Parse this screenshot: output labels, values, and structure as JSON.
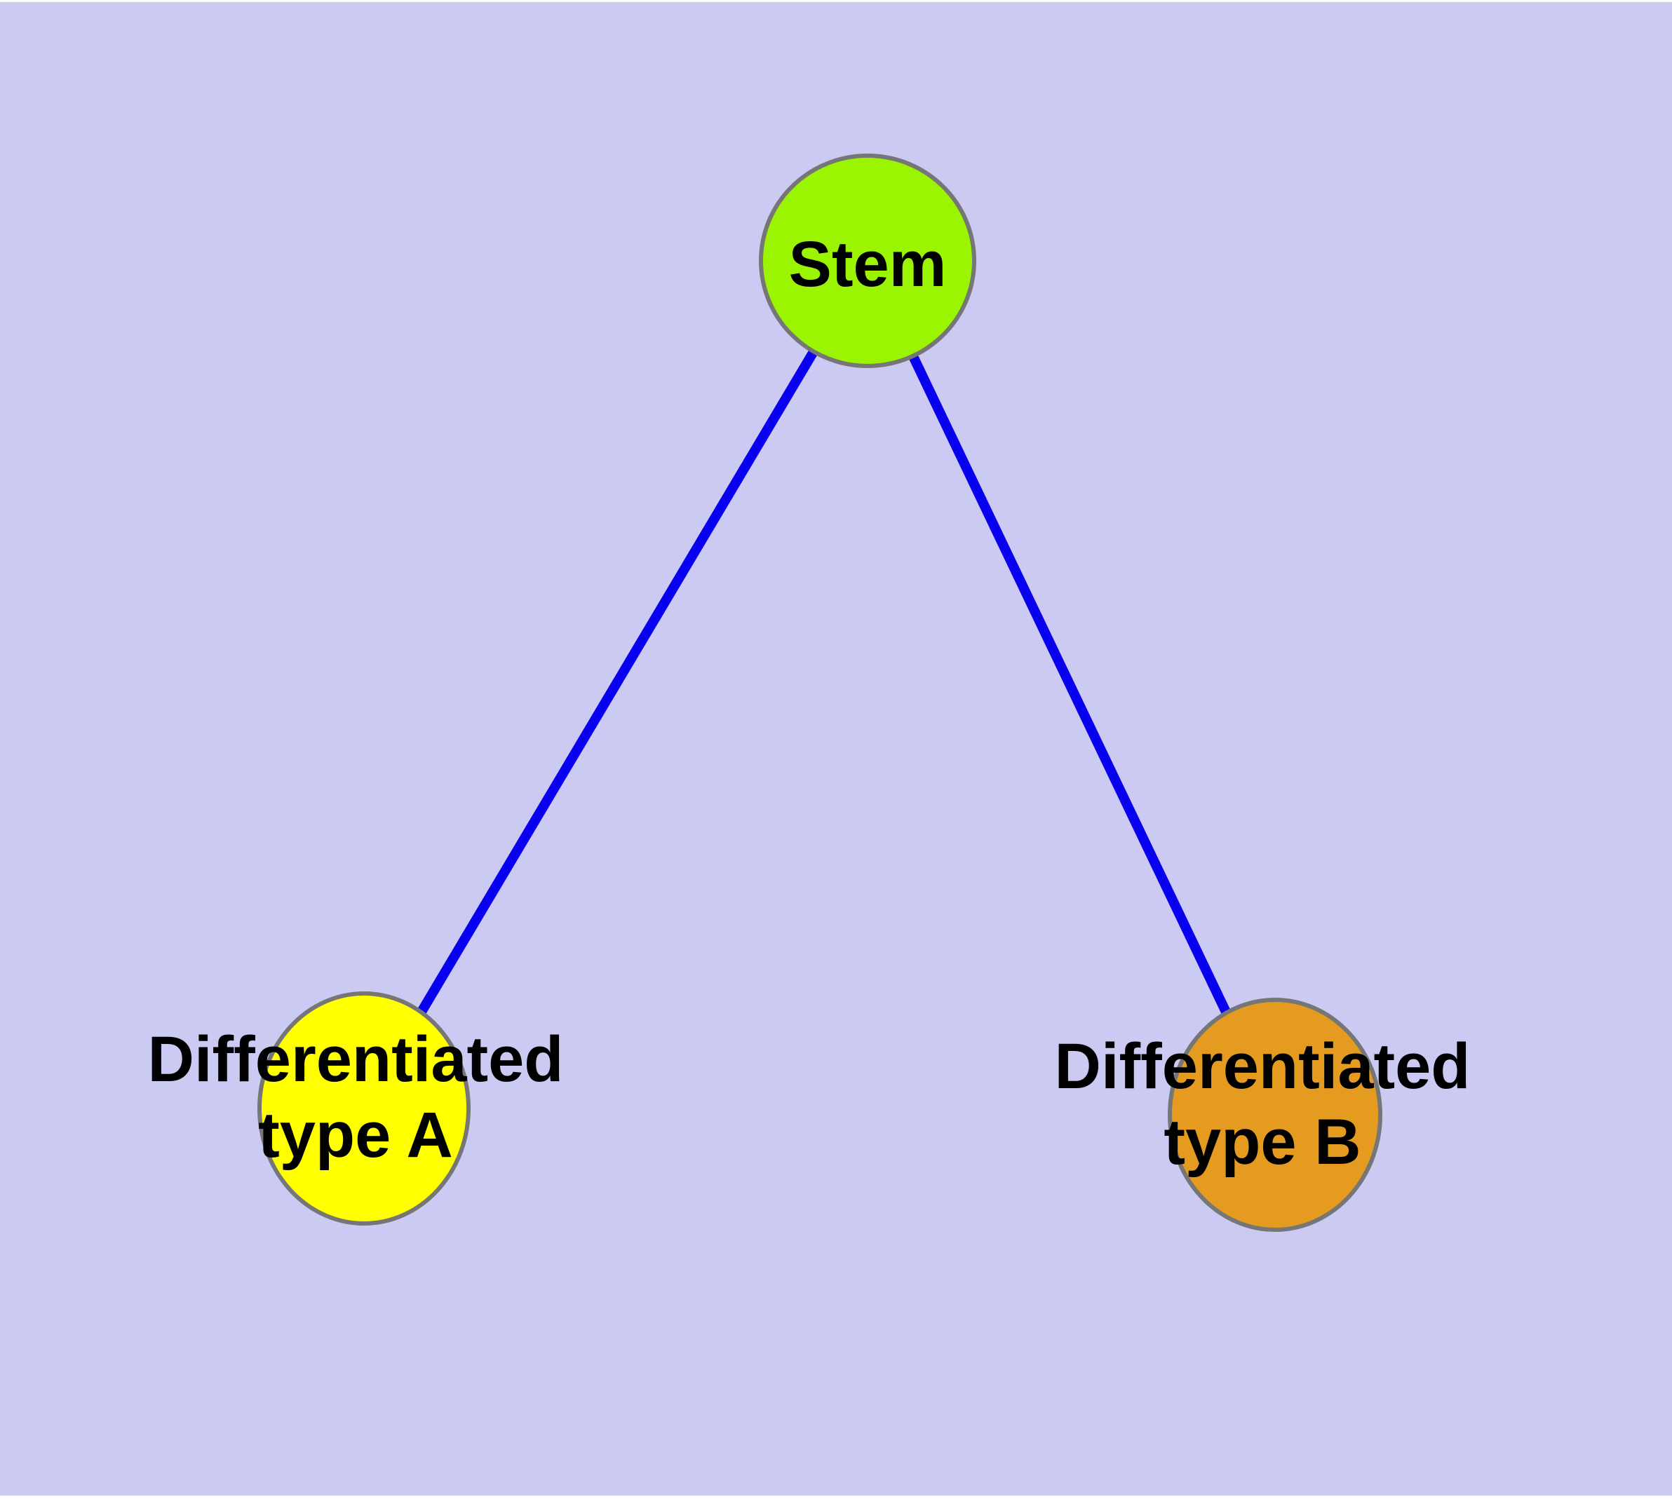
{
  "diagram": {
    "type": "node-link-graph",
    "background_color": "#CACAF2",
    "edge_color": "#0A00F0",
    "node_border_color": "#767676",
    "label_color": "#000000",
    "nodes": [
      {
        "id": "stem",
        "label": "Stem",
        "color": "#9BF502"
      },
      {
        "id": "type-a",
        "label": "Differentiated\ntype A",
        "color": "#FFFF00"
      },
      {
        "id": "type-b",
        "label": "Differentiated\ntype B",
        "color": "#E49B20"
      }
    ],
    "edges": [
      {
        "from": "stem",
        "to": "type-a"
      },
      {
        "from": "stem",
        "to": "type-b"
      }
    ]
  }
}
